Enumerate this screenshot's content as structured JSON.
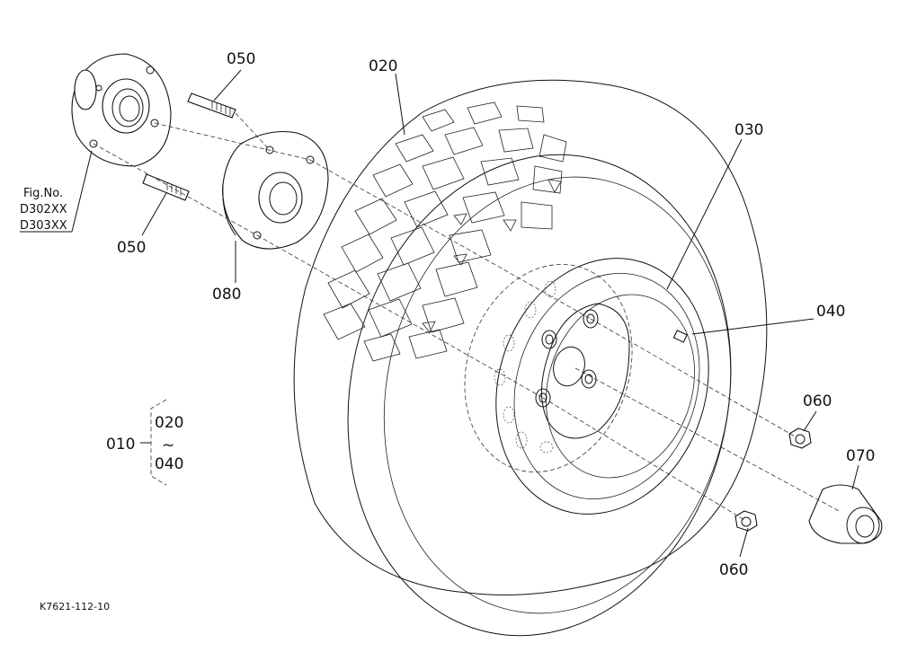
{
  "callouts": {
    "c010": "010",
    "c020": "020",
    "c030": "030",
    "c040": "040",
    "c050_top": "050",
    "c050_bottom": "050",
    "c060_right": "060",
    "c060_bottom": "060",
    "c070": "070",
    "c080": "080"
  },
  "fig_ref": {
    "label": "Fig.No.",
    "ref1": "D302XX",
    "ref2": "D303XX"
  },
  "range": {
    "from": "020",
    "tilde": "~",
    "to": "040"
  },
  "drawing_id": "K7621-112-10"
}
